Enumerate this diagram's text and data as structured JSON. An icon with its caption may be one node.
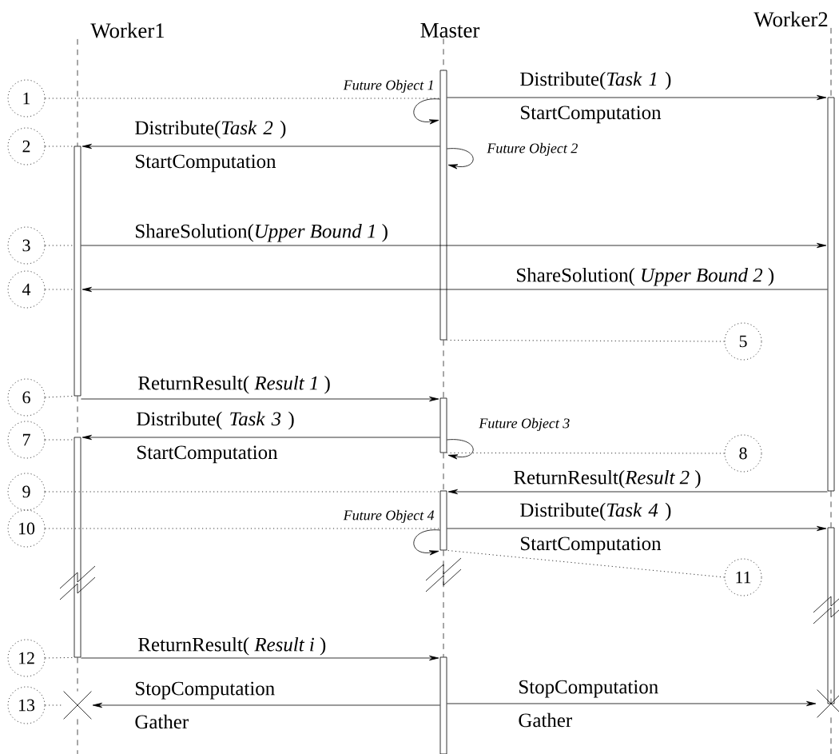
{
  "diagram": {
    "nodes": [
      {
        "text": [
          "Worker1"
        ]
      },
      {
        "text": [
          "Master"
        ]
      },
      {
        "text": [
          "Worker2"
        ]
      },
      {
        "text": [],
        "shape": "bar"
      },
      {
        "text": [],
        "shape": "bar"
      },
      {
        "text": [],
        "shape": "bar"
      },
      {
        "text": [],
        "shape": "bar"
      },
      {
        "text": [],
        "shape": "bar"
      },
      {
        "text": [],
        "shape": "bar"
      },
      {
        "text": [],
        "shape": "bar"
      },
      {
        "text": [],
        "shape": "bar"
      },
      {
        "text": [],
        "shape": "cross"
      },
      {
        "text": [],
        "shape": "cross"
      },
      {
        "text": [
          "1"
        ]
      },
      {
        "text": [
          "2"
        ]
      },
      {
        "text": [
          "3"
        ]
      },
      {
        "text": [
          "4"
        ]
      },
      {
        "text": [
          "5"
        ]
      },
      {
        "text": [
          "6"
        ]
      },
      {
        "text": [
          "7"
        ]
      },
      {
        "text": [
          "8"
        ]
      },
      {
        "text": [
          "9"
        ]
      },
      {
        "text": [
          "10"
        ]
      },
      {
        "text": [
          "11"
        ]
      },
      {
        "text": [
          "12"
        ]
      },
      {
        "text": [
          "13"
        ]
      }
    ],
    "edges": [
      {
        "from": 5,
        "to": 9,
        "arrow": "to",
        "label": "Distribute(*Task 1* ) StartComputation"
      },
      {
        "from": 5,
        "to": 5,
        "arrow": "to",
        "label": "Future Object 1"
      },
      {
        "from": 5,
        "to": 3,
        "arrow": "to",
        "label": "Distribute(*Task 2* ) StartComputation"
      },
      {
        "from": 5,
        "to": 5,
        "arrow": "to",
        "label": "Future Object 2"
      },
      {
        "from": 3,
        "to": 9,
        "arrow": "to",
        "label": "ShareSolution(*Upper Bound 1* )"
      },
      {
        "from": 9,
        "to": 3,
        "arrow": "to",
        "label": "ShareSolution( *Upper Bound 2* )"
      },
      {
        "from": 3,
        "to": 6,
        "arrow": "to",
        "label": "ReturnResult( *Result 1* )"
      },
      {
        "from": 6,
        "to": 4,
        "arrow": "to",
        "label": "Distribute( *Task 3* ) StartComputation"
      },
      {
        "from": 6,
        "to": 6,
        "arrow": "to",
        "label": "Future Object 3"
      },
      {
        "from": 9,
        "to": 7,
        "arrow": "to",
        "label": "ReturnResult(*Result 2* )"
      },
      {
        "from": 7,
        "to": 10,
        "arrow": "to",
        "label": "Distribute(*Task 4* ) StartComputation"
      },
      {
        "from": 7,
        "to": 7,
        "arrow": "to",
        "label": "Future Object 4"
      },
      {
        "from": 4,
        "to": 8,
        "arrow": "to",
        "label": "ReturnResult( *Result i* )"
      },
      {
        "from": 8,
        "to": 11,
        "arrow": "to",
        "label": "StopComputation Gather"
      },
      {
        "from": 8,
        "to": 12,
        "arrow": "to",
        "label": "StopComputation Gather"
      },
      {
        "from": 13,
        "to": 5,
        "arrow": "none",
        "style": "dashed"
      },
      {
        "from": 14,
        "to": 3,
        "arrow": "none",
        "style": "dashed"
      },
      {
        "from": 15,
        "to": 3,
        "arrow": "none",
        "style": "dashed"
      },
      {
        "from": 16,
        "to": 3,
        "arrow": "none",
        "style": "dashed"
      },
      {
        "from": 17,
        "to": 5,
        "arrow": "none",
        "style": "dashed"
      },
      {
        "from": 18,
        "to": 3,
        "arrow": "none",
        "style": "dashed"
      },
      {
        "from": 19,
        "to": 4,
        "arrow": "none",
        "style": "dashed"
      },
      {
        "from": 20,
        "to": 6,
        "arrow": "none",
        "style": "dashed"
      },
      {
        "from": 21,
        "to": 7,
        "arrow": "none",
        "style": "dashed"
      },
      {
        "from": 22,
        "to": 7,
        "arrow": "none",
        "style": "dashed"
      },
      {
        "from": 23,
        "to": 7,
        "arrow": "none",
        "style": "dashed"
      },
      {
        "from": 24,
        "to": 4,
        "arrow": "none",
        "style": "dashed"
      },
      {
        "from": 25,
        "to": 11,
        "arrow": "none",
        "style": "dashed"
      },
      {
        "from": 0,
        "to": 3,
        "arrow": "none",
        "style": "dashed"
      },
      {
        "from": 3,
        "to": 4,
        "arrow": "none",
        "style": "dashed"
      },
      {
        "from": 4,
        "to": 11,
        "arrow": "none",
        "style": "dashed"
      },
      {
        "from": 11,
        "to": null,
        "arrow": "none",
        "style": "dashed"
      },
      {
        "from": 1,
        "to": 5,
        "arrow": "none",
        "style": "dashed"
      },
      {
        "from": 5,
        "to": 6,
        "arrow": "none",
        "style": "dashed"
      },
      {
        "from": 6,
        "to": 7,
        "arrow": "none",
        "style": "dashed"
      },
      {
        "from": 7,
        "to": 8,
        "arrow": "none",
        "style": "dashed"
      },
      {
        "from": 2,
        "to": 9,
        "arrow": "none",
        "style": "dashed"
      },
      {
        "from": 9,
        "to": 10,
        "arrow": "none",
        "style": "dashed"
      },
      {
        "from": 10,
        "to": 12,
        "arrow": "none",
        "style": "dashed"
      },
      {
        "from": 12,
        "to": null,
        "arrow": "none",
        "style": "dashed"
      }
    ]
  }
}
